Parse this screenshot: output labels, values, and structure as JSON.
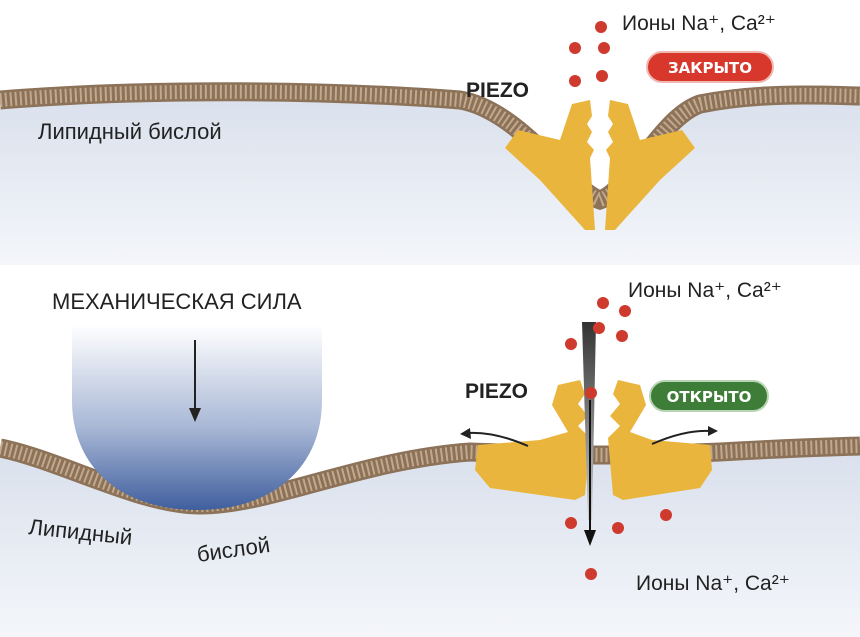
{
  "top_panel": {
    "ion_label": "Ионы Na⁺, Ca²⁺",
    "protein_label": "PIEZO",
    "state_badge": "ЗАКРЫТО",
    "membrane_label": "Липидный бислой"
  },
  "bottom_panel": {
    "force_label": "МЕХАНИЧЕСКАЯ СИЛА",
    "ion_label_top": "Ионы Na⁺, Ca²⁺",
    "ion_label_bottom": "Ионы Na⁺, Ca²⁺",
    "protein_label": "PIEZO",
    "state_badge": "ОТКРЫТО",
    "membrane_label_part1": "Липидный",
    "membrane_label_part2": "бислой"
  },
  "colors": {
    "membrane": "#b59a7d",
    "cytoplasm": "#e8ecf3",
    "protein": "#e9b53d",
    "ion": "#cf3a2f",
    "closed_badge": "#d8382c",
    "open_badge": "#3d7d38",
    "force_object": "#4a68a3"
  }
}
